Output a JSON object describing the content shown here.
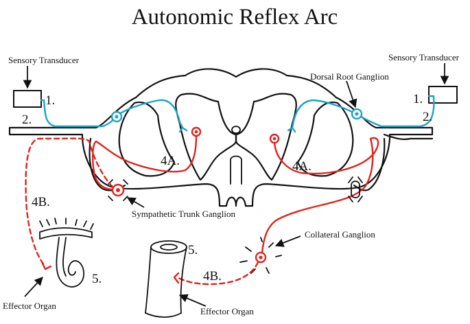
{
  "title": "Autonomic Reflex Arc",
  "labels": {
    "sensory_transducer_left": "Sensory Transducer",
    "sensory_transducer_right": "Sensory Transducer",
    "dorsal_root_ganglion": "Dorsal Root Ganglion",
    "sympathetic_trunk_ganglion": "Sympathetic Trunk Ganglion",
    "collateral_ganglion": "Collateral Ganglion",
    "effector_organ_left": "Effector Organ",
    "effector_organ_right": "Effector Organ"
  },
  "steps": {
    "s1_left": "1.",
    "s2_left": "2.",
    "s1_right": "1.",
    "s2_right": "2.",
    "s4a_left": "4A.",
    "s4a_right": "4A.",
    "s4b_left": "4B.",
    "s4b_right": "4B.",
    "s5_left": "5.",
    "s5_right": "5."
  },
  "colors": {
    "sensory": "#1aa3c7",
    "motor": "#e0231c",
    "outline": "#111111"
  }
}
